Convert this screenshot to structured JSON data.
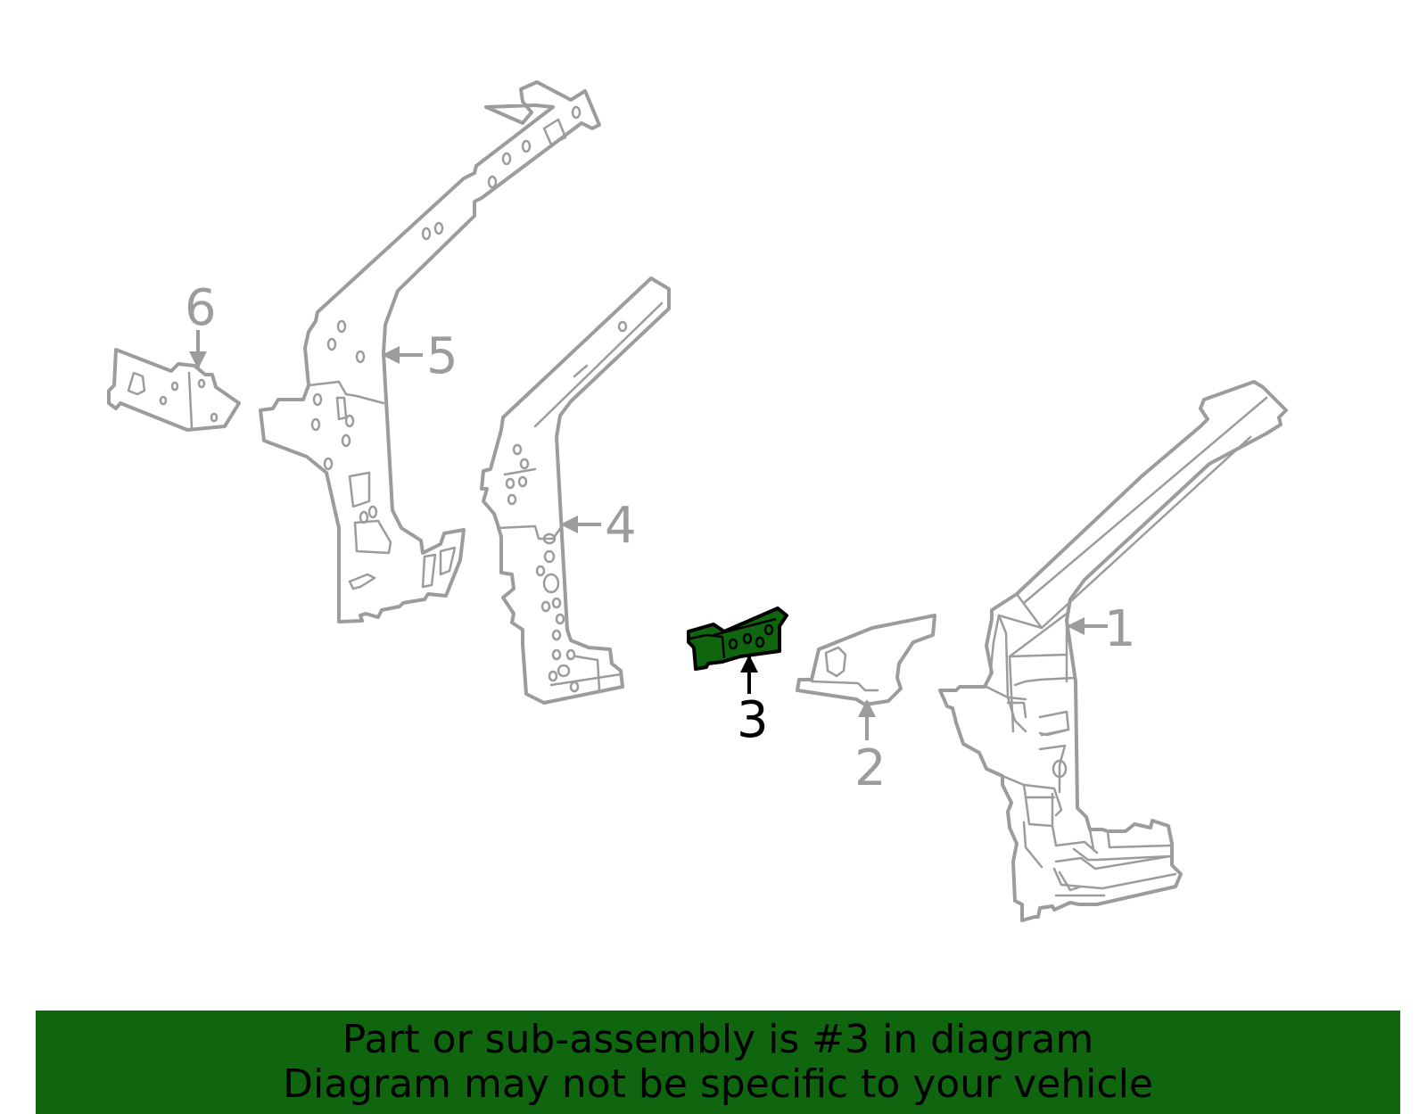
{
  "highlight_color": "#0f660f",
  "part_stroke_color": "#9c9c9c",
  "callouts": {
    "c1": "1",
    "c2": "2",
    "c3": "3",
    "c4": "4",
    "c5": "5",
    "c6": "6"
  },
  "highlighted_part": "3",
  "banner": {
    "line1": "Part or sub-assembly is #3 in diagram",
    "line2": "Diagram may not be specific to your vehicle"
  }
}
